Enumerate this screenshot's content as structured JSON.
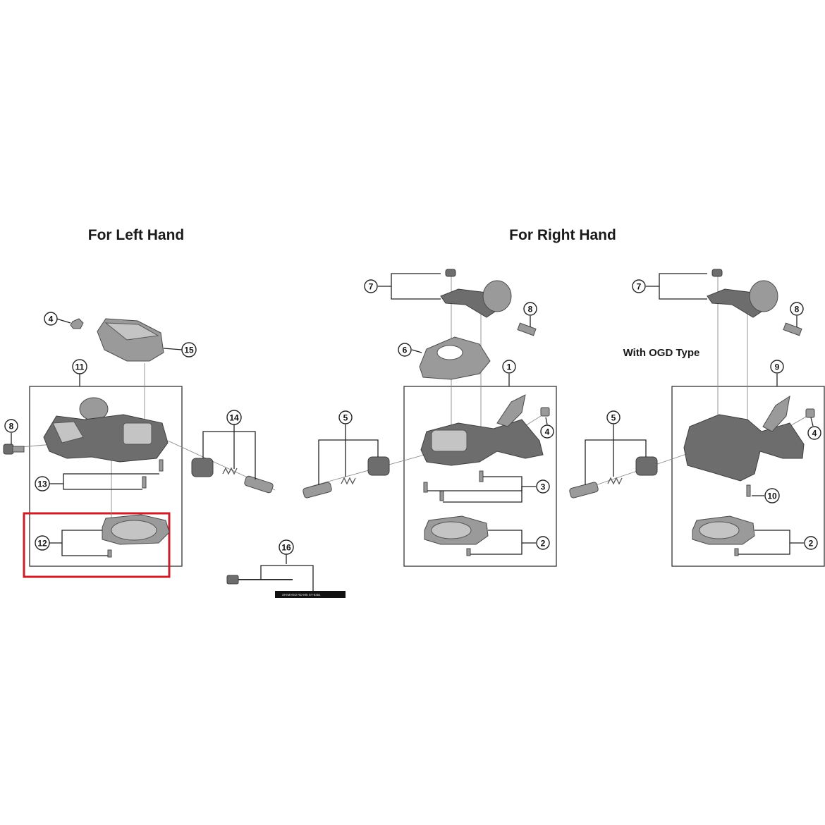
{
  "titles": {
    "left_hand": "For Left Hand",
    "right_hand": "For Right Hand",
    "ogd_type": "With OGD Type"
  },
  "cable_print": "SHIMANO RD-M8 ST-8351",
  "colors": {
    "highlight_box": "#c8202a",
    "part_grey": "#7a7a7a",
    "line": "#222222"
  },
  "callouts": {
    "c1": "1",
    "c2a": "2",
    "c2b": "2",
    "c3": "3",
    "c4a": "4",
    "c4b": "4",
    "c4c": "4",
    "c5a": "5",
    "c5b": "5",
    "c6": "6",
    "c7a": "7",
    "c7b": "7",
    "c8a": "8",
    "c8b": "8",
    "c8c": "8",
    "c9": "9",
    "c10": "10",
    "c11": "11",
    "c12": "12",
    "c13": "13",
    "c14": "14",
    "c15": "15",
    "c16": "16"
  }
}
